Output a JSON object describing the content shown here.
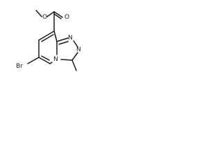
{
  "structure": {
    "atoms": {
      "carbonyl_oxygen": "O",
      "ester_oxygen": "O",
      "bromine": "Br",
      "ring_nitrogen_top": "N",
      "ring_nitrogen_right": "N",
      "ring_nitrogen_bridge": "N"
    },
    "colors": {
      "bond": "#1a1a1a",
      "label": "#1a1a1a",
      "background": "#ffffff"
    }
  }
}
